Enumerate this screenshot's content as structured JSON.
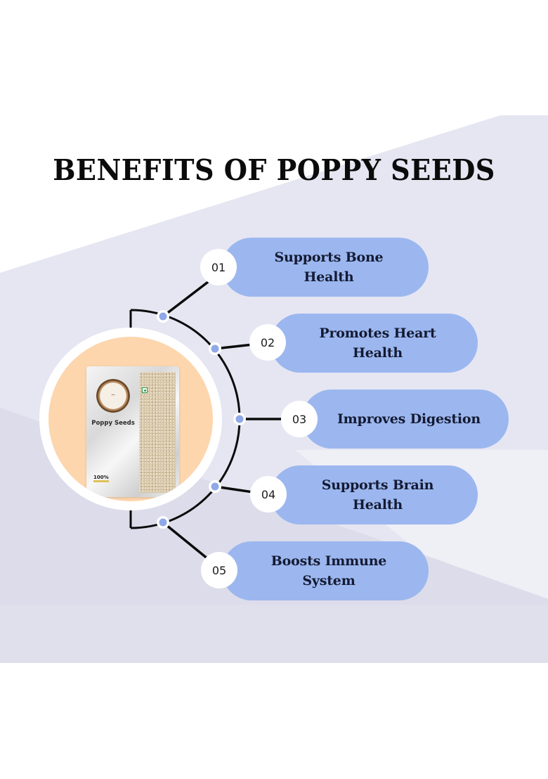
{
  "title": "BENEFITS OF POPPY SEEDS",
  "colors": {
    "background": "#ffffff",
    "panel": "#e6e6f2",
    "panel_light": "#f1f1f6",
    "panel_dark": "#dcdcea",
    "pill": "#9cb7ef",
    "pill_text": "#141a33",
    "connector": "#0b0b0b",
    "dot": "#8fa8e8",
    "product_bg": "#fdd6ae"
  },
  "product": {
    "name": "Poppy Seeds",
    "badge": "100%",
    "logo_icon": "brand-logo-icon",
    "veg_icon": "veg-mark-icon"
  },
  "benefits": [
    {
      "number": "01",
      "label": "Supports Bone Health"
    },
    {
      "number": "02",
      "label": "Promotes Heart Health"
    },
    {
      "number": "03",
      "label": "Improves Digestion"
    },
    {
      "number": "04",
      "label": "Supports Brain Health"
    },
    {
      "number": "05",
      "label": "Boosts Immune System"
    }
  ]
}
